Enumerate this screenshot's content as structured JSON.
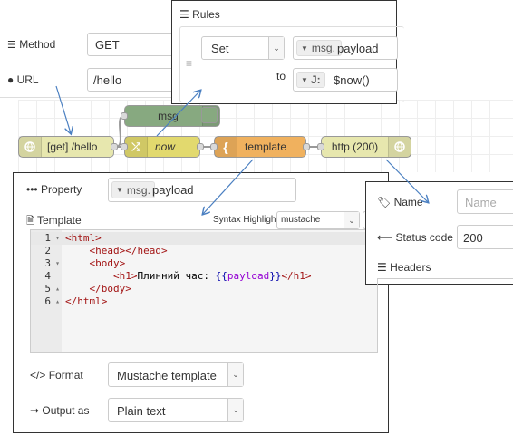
{
  "http_in_panel": {
    "method_label": "Method",
    "method_value": "GET",
    "url_label": "URL",
    "url_value": "/hello"
  },
  "rules_panel": {
    "title": "Rules",
    "action": "Set",
    "target_type": "msg.",
    "target_value": "payload",
    "to_label": "to",
    "source_value": "$now()"
  },
  "flow": {
    "node_http_in": "[get] /hello",
    "node_msg": "msg",
    "node_change": "now",
    "node_template": "template",
    "node_http_out": "http (200)"
  },
  "template_panel": {
    "property_label": "Property",
    "property_type": "msg.",
    "property_value": "payload",
    "template_label": "Template",
    "syntax_label": "Syntax Highlight:",
    "syntax_value": "mustache",
    "code_lines": [
      {
        "num": "1",
        "text": "<html>"
      },
      {
        "num": "2",
        "text": "    <head></head>"
      },
      {
        "num": "3",
        "text": "    <body>"
      },
      {
        "num": "4",
        "text": "        <h1>Плинний час: {{payload}}</h1>"
      },
      {
        "num": "5",
        "text": "    </body>"
      },
      {
        "num": "6",
        "text": "</html>"
      }
    ],
    "format_label": "Format",
    "format_value": "Mustache template",
    "output_label": "Output as",
    "output_value": "Plain text"
  },
  "http_out_panel": {
    "name_label": "Name",
    "name_placeholder": "Name",
    "status_label": "Status code",
    "status_value": "200",
    "headers_label": "Headers"
  },
  "colors": {
    "http_node": "#e7e7ae",
    "change_node": "#e2d96e",
    "template_node": "#f0b15e",
    "debug_node": "#87a980",
    "link": "#4a7fc1"
  }
}
